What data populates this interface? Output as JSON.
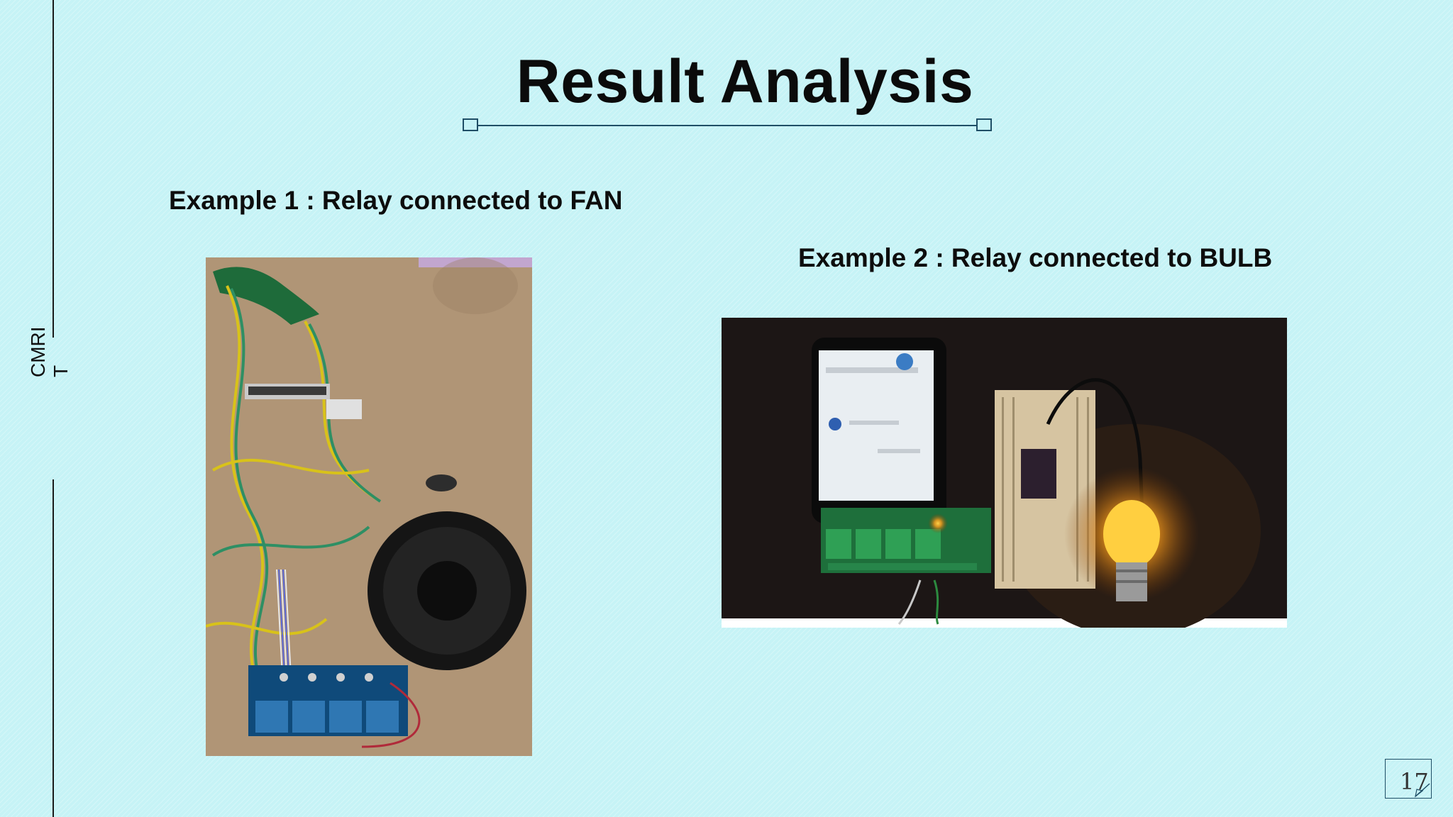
{
  "slide": {
    "title": "Result Analysis",
    "brand_line1": "CMRI",
    "brand_line2": "T",
    "example1_caption": "Example 1 : Relay connected to FAN",
    "example2_caption": "Example 2 : Relay connected to BULB",
    "page_number": "17"
  },
  "colors": {
    "background": "#c6f3f6",
    "title_rule": "#1f4e66",
    "text": "#0d0d0d"
  }
}
